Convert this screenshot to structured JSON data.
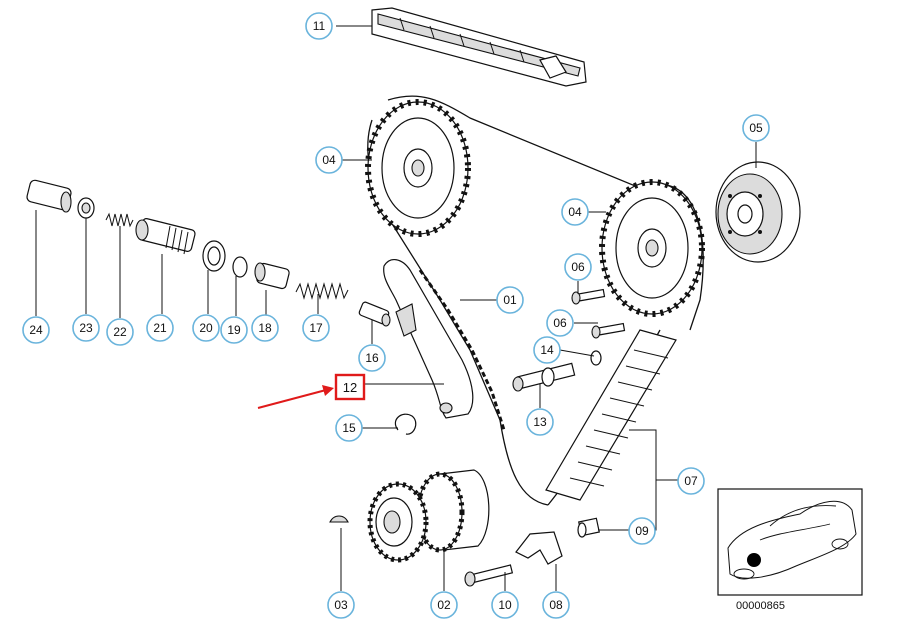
{
  "diagram": {
    "callouts": {
      "c01": "01",
      "c02": "02",
      "c03": "03",
      "c04a": "04",
      "c04b": "04",
      "c05": "05",
      "c06a": "06",
      "c06b": "06",
      "c07": "07",
      "c08": "08",
      "c09": "09",
      "c10": "10",
      "c11": "11",
      "c12": "12",
      "c13": "13",
      "c14": "14",
      "c15": "15",
      "c16": "16",
      "c17": "17",
      "c18": "18",
      "c19": "19",
      "c20": "20",
      "c21": "21",
      "c22": "22",
      "c23": "23",
      "c24": "24"
    },
    "highlight_color": "#e01a1a",
    "callout_color": "#6ab4dc",
    "car_thumbnail": {
      "code": "00000865"
    }
  }
}
